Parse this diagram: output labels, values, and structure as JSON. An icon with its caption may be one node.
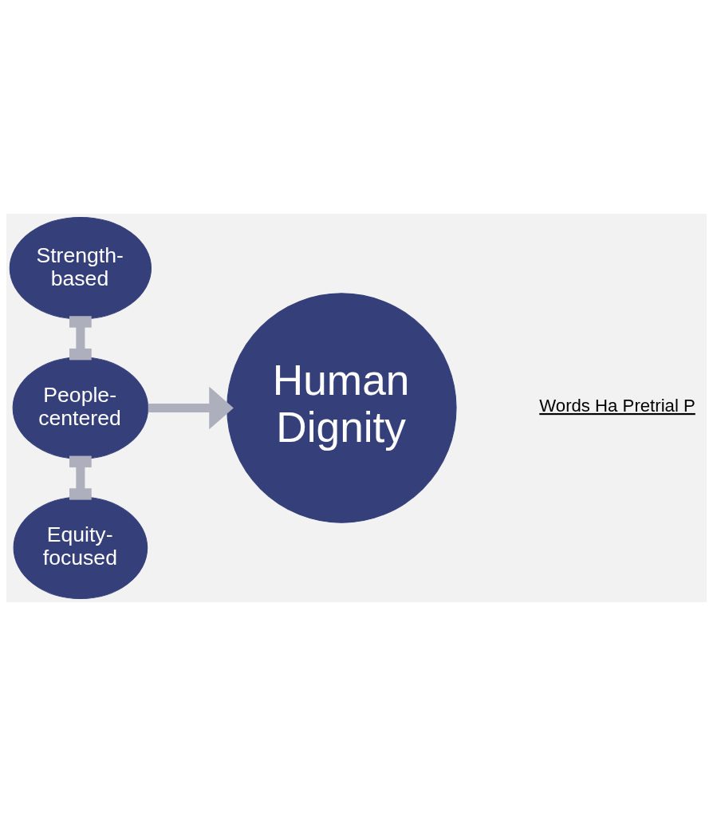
{
  "diagram": {
    "nodes": [
      {
        "text": [
          "Strength-based"
        ]
      },
      {
        "text": [
          "People-centered"
        ]
      },
      {
        "text": [
          "Equity-focused"
        ]
      },
      {
        "text": [
          "Human Dignity"
        ]
      }
    ],
    "edges": [
      {
        "from": 0,
        "to": 1,
        "arrow": "other"
      },
      {
        "from": 1,
        "to": 2,
        "arrow": "other"
      },
      {
        "from": 1,
        "to": 3,
        "arrow": "to"
      }
    ],
    "labels": [
      "Words Ha Pretrial P"
    ]
  }
}
